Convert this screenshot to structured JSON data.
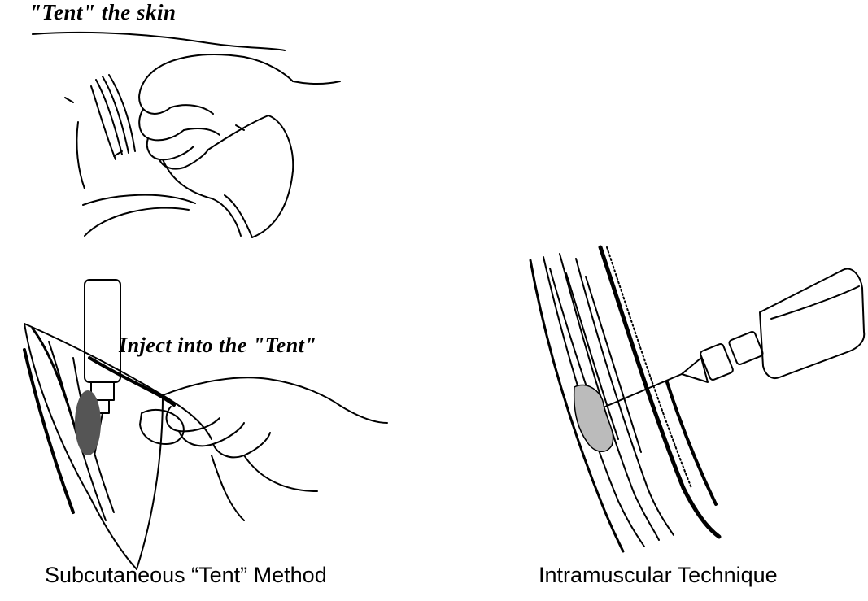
{
  "labels": {
    "tent_skin": "\"Tent\" the skin",
    "inject_tent": "Inject into the \"Tent\""
  },
  "captions": {
    "left": "Subcutaneous “Tent” Method",
    "right": "Intramuscular Technique"
  }
}
